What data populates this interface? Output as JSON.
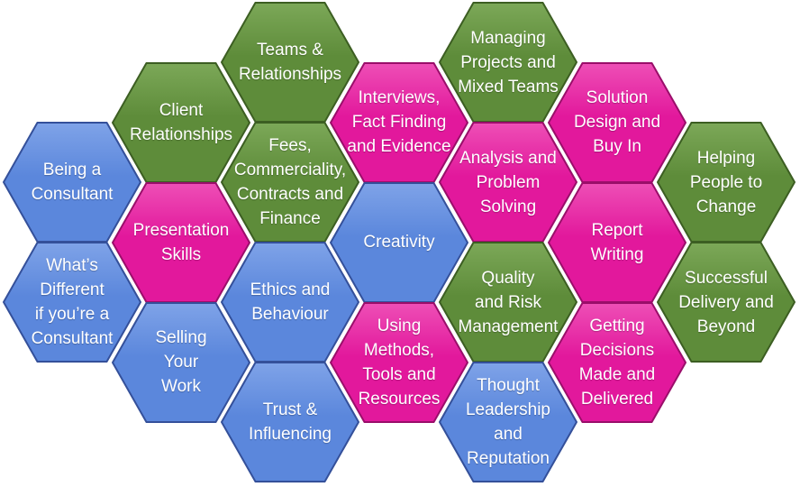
{
  "colors": {
    "blue": {
      "fill": "#5B87DC",
      "light": "#7FA3E8",
      "stroke": "#34509A"
    },
    "green": {
      "fill": "#5E8C3A",
      "light": "#7CA858",
      "stroke": "#3C5E22"
    },
    "magenta": {
      "fill": "#E2189C",
      "light": "#EE4FB6",
      "stroke": "#9A0E6A"
    }
  },
  "hexagons": [
    {
      "id": "being-a-consultant",
      "label": "Being a\nConsultant",
      "color": "blue"
    },
    {
      "id": "whats-different",
      "label": "What’s\nDifferent\nif you’re a\nConsultant",
      "color": "blue"
    },
    {
      "id": "client-relationships",
      "label": "Client\nRelationships",
      "color": "green"
    },
    {
      "id": "presentation-skills",
      "label": "Presentation\nSkills",
      "color": "magenta"
    },
    {
      "id": "selling-your-work",
      "label": "Selling\nYour\nWork",
      "color": "blue"
    },
    {
      "id": "teams-relationships",
      "label": "Teams &\nRelationships",
      "color": "green"
    },
    {
      "id": "fees-commerciality",
      "label": "Fees,\nCommerciality,\nContracts and\nFinance",
      "color": "green"
    },
    {
      "id": "ethics-behaviour",
      "label": "Ethics and\nBehaviour",
      "color": "blue"
    },
    {
      "id": "trust-influencing",
      "label": "Trust &\nInfluencing",
      "color": "blue"
    },
    {
      "id": "interviews-fact-finding",
      "label": "Interviews,\nFact Finding\nand Evidence",
      "color": "magenta"
    },
    {
      "id": "creativity",
      "label": "Creativity",
      "color": "blue"
    },
    {
      "id": "using-methods-tools",
      "label": "Using\nMethods,\nTools and\nResources",
      "color": "magenta"
    },
    {
      "id": "managing-projects",
      "label": "Managing\nProjects and\nMixed Teams",
      "color": "green"
    },
    {
      "id": "analysis-problem-solving",
      "label": "Analysis and\nProblem\nSolving",
      "color": "magenta"
    },
    {
      "id": "quality-risk",
      "label": "Quality\nand Risk\nManagement",
      "color": "green"
    },
    {
      "id": "thought-leadership",
      "label": "Thought\nLeadership\nand\nReputation",
      "color": "blue"
    },
    {
      "id": "solution-design",
      "label": "Solution\nDesign and\nBuy In",
      "color": "magenta"
    },
    {
      "id": "report-writing",
      "label": "Report\nWriting",
      "color": "magenta"
    },
    {
      "id": "getting-decisions",
      "label": "Getting\nDecisions\nMade and\nDelivered",
      "color": "magenta"
    },
    {
      "id": "helping-people-change",
      "label": "Helping\nPeople to\nChange",
      "color": "green"
    },
    {
      "id": "successful-delivery",
      "label": "Successful\nDelivery and\nBeyond",
      "color": "green"
    }
  ]
}
